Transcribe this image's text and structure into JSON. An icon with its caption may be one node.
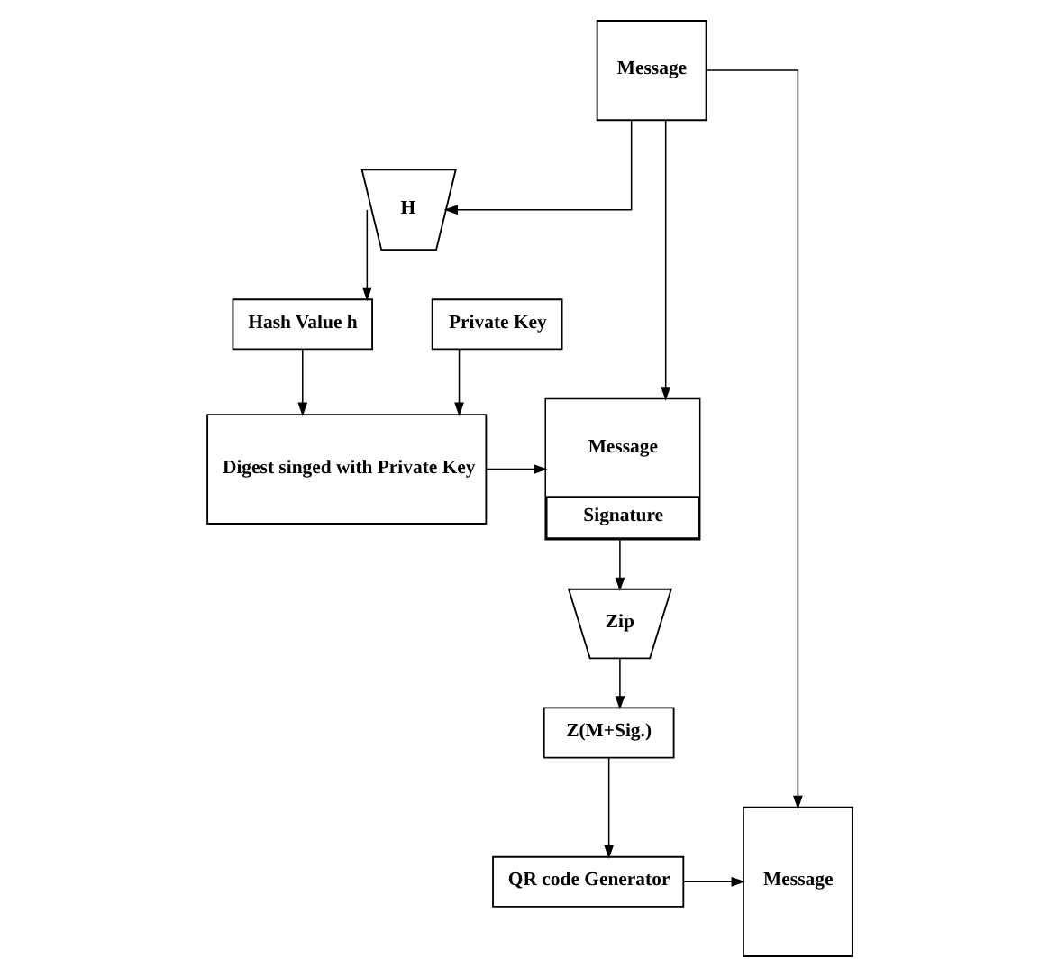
{
  "diagram": {
    "nodes": [
      {
        "text": [
          "Message"
        ]
      },
      {
        "text": [
          "H"
        ]
      },
      {
        "text": [
          "Hash Value h"
        ]
      },
      {
        "text": [
          "Private Key"
        ]
      },
      {
        "text": [
          "Digest singed with Private Key"
        ]
      },
      {
        "text": [
          "Message",
          "Signature"
        ]
      },
      {
        "text": [
          "Zip"
        ]
      },
      {
        "text": [
          "Z(M+Sig.)"
        ]
      },
      {
        "text": [
          "QR code Generator"
        ]
      },
      {
        "text": [
          "Message"
        ]
      }
    ],
    "edges": [
      {
        "from": 0,
        "to": 1,
        "arrow": "to"
      },
      {
        "from": 1,
        "to": 2,
        "arrow": "to"
      },
      {
        "from": 0,
        "to": 5,
        "arrow": "to"
      },
      {
        "from": 0,
        "to": 9,
        "arrow": "to"
      },
      {
        "from": 2,
        "to": 4,
        "arrow": "to"
      },
      {
        "from": 3,
        "to": 4,
        "arrow": "to"
      },
      {
        "from": 4,
        "to": 5,
        "arrow": "to"
      },
      {
        "from": 5,
        "to": 6,
        "arrow": "to"
      },
      {
        "from": 6,
        "to": 7,
        "arrow": "to"
      },
      {
        "from": 7,
        "to": 8,
        "arrow": "to"
      },
      {
        "from": 8,
        "to": 9,
        "arrow": "to"
      }
    ]
  }
}
